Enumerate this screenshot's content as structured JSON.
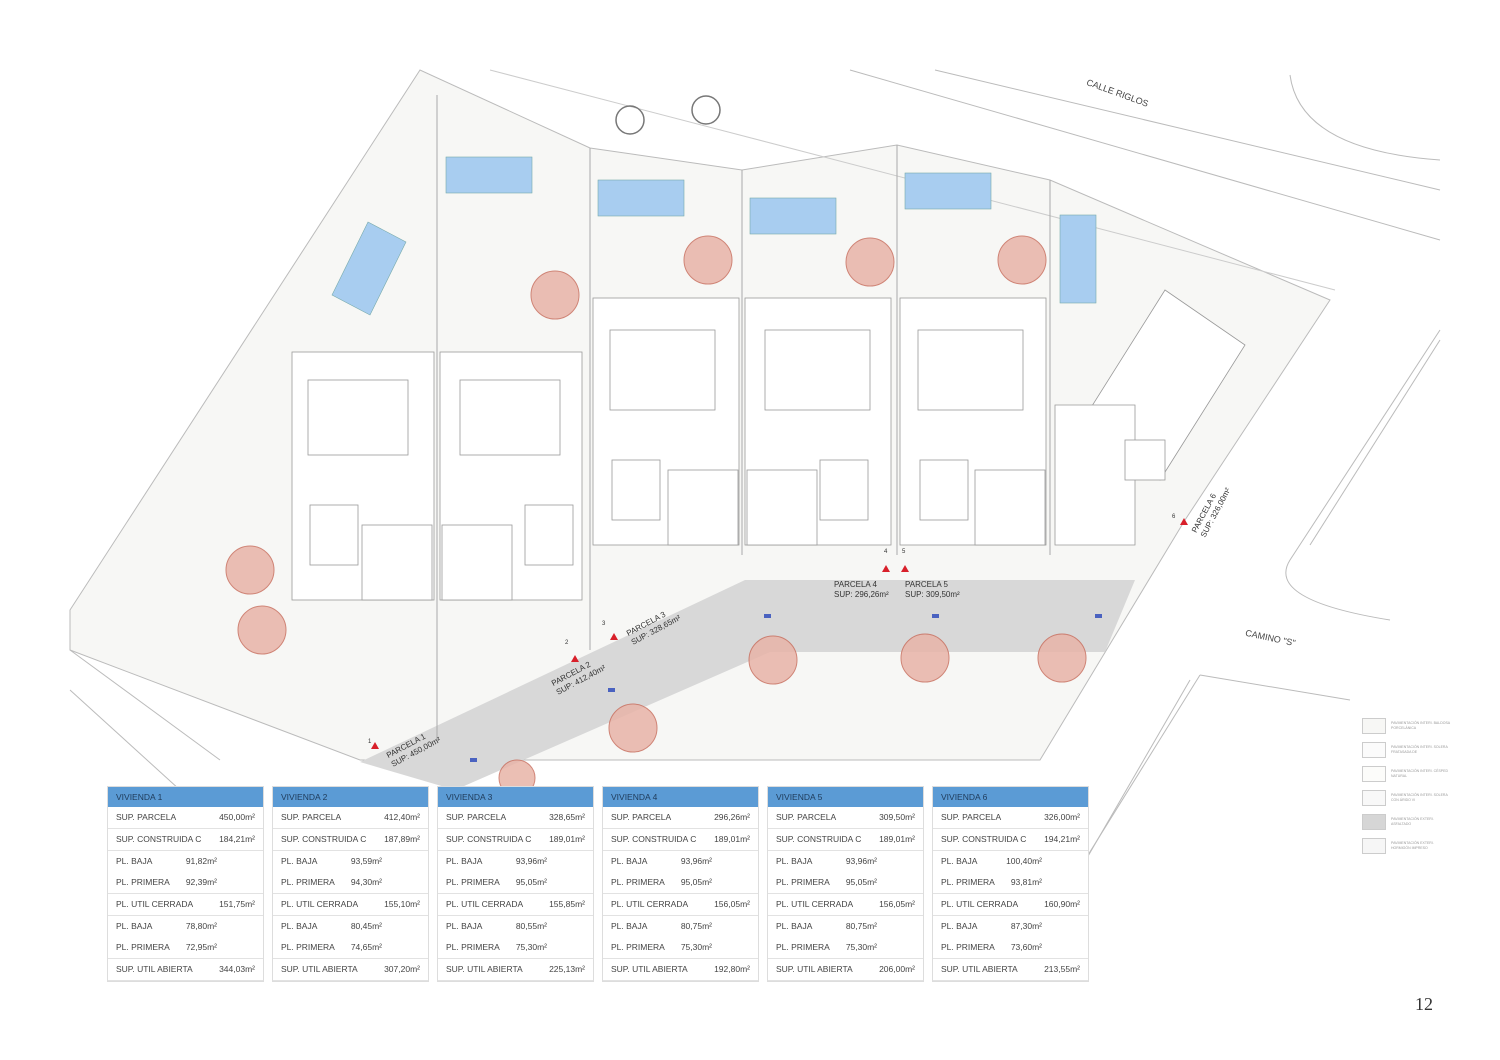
{
  "streets": {
    "north": "CALLE RIGLOS",
    "east": "CAMINO \"S\""
  },
  "parcels": [
    {
      "name": "PARCELA 1",
      "area": "SUP: 450,00m²",
      "marker": "1"
    },
    {
      "name": "PARCELA 2",
      "area": "SUP: 412,40m²",
      "marker": "2"
    },
    {
      "name": "PARCELA 3",
      "area": "SUP: 328,65m²",
      "marker": "3"
    },
    {
      "name": "PARCELA 4",
      "area": "SUP: 296,26m²",
      "marker": "4"
    },
    {
      "name": "PARCELA 5",
      "area": "SUP: 309,50m²",
      "marker": "5"
    },
    {
      "name": "PARCELA 6",
      "area": "SUP: 326,00m²",
      "marker": "6"
    }
  ],
  "tables": [
    {
      "title": "VIVIENDA 1",
      "rows": [
        [
          "SUP. PARCELA",
          "450,00m²"
        ],
        [
          "SUP. CONSTRUIDA C",
          "184,21m²"
        ],
        [
          "PL. BAJA",
          "91,82m²"
        ],
        [
          "PL. PRIMERA",
          "92,39m²"
        ],
        [
          "PL.   UTIL CERRADA",
          "151,75m²"
        ],
        [
          "PL. BAJA",
          "78,80m²"
        ],
        [
          "PL. PRIMERA",
          "72,95m²"
        ],
        [
          "SUP.  UTIL ABIERTA",
          "344,03m²"
        ]
      ]
    },
    {
      "title": "VIVIENDA 2",
      "rows": [
        [
          "SUP. PARCELA",
          "412,40m²"
        ],
        [
          "SUP. CONSTRUIDA C",
          "187,89m²"
        ],
        [
          "PL. BAJA",
          "93,59m²"
        ],
        [
          "PL. PRIMERA",
          "94,30m²"
        ],
        [
          "PL.   UTIL CERRADA",
          "155,10m²"
        ],
        [
          "PL. BAJA",
          "80,45m²"
        ],
        [
          "PL. PRIMERA",
          "74,65m²"
        ],
        [
          "SUP.  UTIL ABIERTA",
          "307,20m²"
        ]
      ]
    },
    {
      "title": "VIVIENDA 3",
      "rows": [
        [
          "SUP. PARCELA",
          "328,65m²"
        ],
        [
          "SUP. CONSTRUIDA C",
          "189,01m²"
        ],
        [
          "PL. BAJA",
          "93,96m²"
        ],
        [
          "PL. PRIMERA",
          "95,05m²"
        ],
        [
          "PL.   UTIL CERRADA",
          "155,85m²"
        ],
        [
          "PL. BAJA",
          "80,55m²"
        ],
        [
          "PL. PRIMERA",
          "75,30m²"
        ],
        [
          "SUP.  UTIL ABIERTA",
          "225,13m²"
        ]
      ]
    },
    {
      "title": "VIVIENDA 4",
      "rows": [
        [
          "SUP. PARCELA",
          "296,26m²"
        ],
        [
          "SUP. CONSTRUIDA C",
          "189,01m²"
        ],
        [
          "PL. BAJA",
          "93,96m²"
        ],
        [
          "PL. PRIMERA",
          "95,05m²"
        ],
        [
          "PL.   UTIL CERRADA",
          "156,05m²"
        ],
        [
          "PL. BAJA",
          "80,75m²"
        ],
        [
          "PL. PRIMERA",
          "75,30m²"
        ],
        [
          "SUP.  UTIL ABIERTA",
          "192,80m²"
        ]
      ]
    },
    {
      "title": "VIVIENDA 5",
      "rows": [
        [
          "SUP. PARCELA",
          "309,50m²"
        ],
        [
          "SUP. CONSTRUIDA C",
          "189,01m²"
        ],
        [
          "PL. BAJA",
          "93,96m²"
        ],
        [
          "PL. PRIMERA",
          "95,05m²"
        ],
        [
          "PL.   UTIL CERRADA",
          "156,05m²"
        ],
        [
          "PL. BAJA",
          "80,75m²"
        ],
        [
          "PL. PRIMERA",
          "75,30m²"
        ],
        [
          "SUP.  UTIL ABIERTA",
          "206,00m²"
        ]
      ]
    },
    {
      "title": "VIVIENDA 6",
      "rows": [
        [
          "SUP. PARCELA",
          "326,00m²"
        ],
        [
          "SUP. CONSTRUIDA C",
          "194,21m²"
        ],
        [
          "PL. BAJA",
          "100,40m²"
        ],
        [
          "PL. PRIMERA",
          "93,81m²"
        ],
        [
          "PL.   UTIL CERRADA",
          "160,90m²"
        ],
        [
          "PL. BAJA",
          "87,30m²"
        ],
        [
          "PL. PRIMERA",
          "73,60m²"
        ],
        [
          "SUP.  UTIL ABIERTA",
          "213,55m²"
        ]
      ]
    }
  ],
  "legend": [
    {
      "label": "PAVIMENTACIÓN INTERI. BALDOSA PORCELÁNICA",
      "color": "#f7f7f5"
    },
    {
      "label": "PAVIMENTACIÓN INTERI. SOLERA FRATASADA DE",
      "color": "#fbfbfb"
    },
    {
      "label": "PAVIMENTACIÓN INTERI. CÉSPED NATURAL",
      "color": "#fcfcfa"
    },
    {
      "label": "PAVIMENTACIÓN INTERI. SOLERA CON ÁRIDO VI",
      "color": "#f8f8f8"
    },
    {
      "label": "PAVIMENTACIÓN EXTERI. ASFALTADO",
      "color": "#d6d6d6"
    },
    {
      "label": "PAVIMENTACIÓN EXTERI. HORMIGÓN IMPRESO",
      "color": "#f6f6f6"
    }
  ],
  "page_number": "12",
  "colors": {
    "road": "#d8d8d8",
    "pool": "#a8cdf0",
    "header": "#5b9bd5",
    "marker": "#d8202a"
  }
}
